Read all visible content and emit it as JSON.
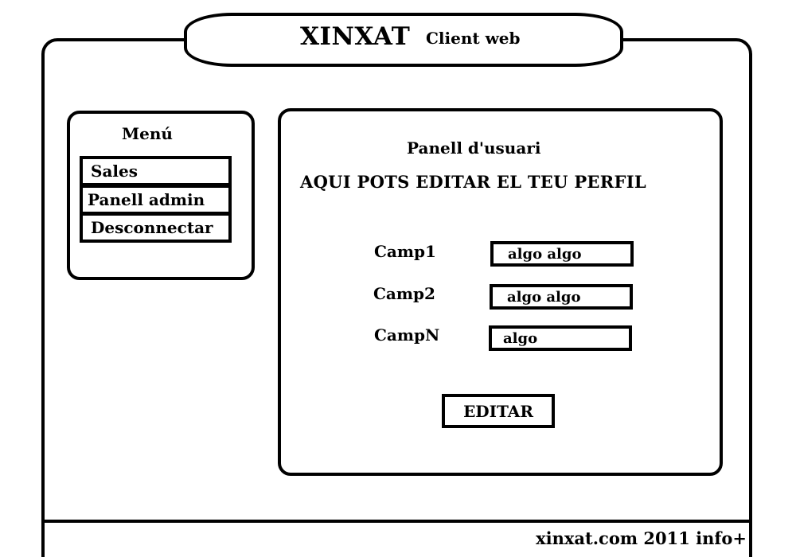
{
  "header": {
    "title": "XINXAT",
    "subtitle": "Client web"
  },
  "menu": {
    "title": "Menú",
    "items": [
      {
        "label": "Sales"
      },
      {
        "label": "Panell admin"
      },
      {
        "label": "Desconnectar"
      }
    ]
  },
  "panel": {
    "title": "Panell d'usuari",
    "heading": "AQUI POTS EDITAR EL TEU PERFIL",
    "fields": [
      {
        "label": "Camp1",
        "value": "algo algo"
      },
      {
        "label": "Camp2",
        "value": "algo algo"
      },
      {
        "label": "CampN",
        "value": "algo"
      }
    ],
    "edit_label": "EDITAR"
  },
  "footer": {
    "text": "xinxat.com 2011 info+"
  },
  "colors": {
    "ink": "#000000",
    "background": "#ffffff"
  }
}
